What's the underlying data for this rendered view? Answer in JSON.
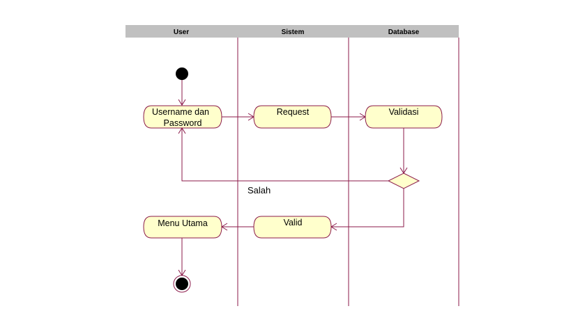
{
  "swimlanes": [
    "User",
    "Sistem",
    "Database"
  ],
  "actions": {
    "username_password": [
      "Username dan",
      "Password"
    ],
    "request": "Request",
    "validasi": "Validasi",
    "valid": "Valid",
    "menu_utama": "Menu Utama"
  },
  "guards": {
    "salah": "Salah"
  },
  "colors": {
    "lane_header": "#c0c0c0",
    "lane_border": "#8b1a4a",
    "action_fill": "#ffffcc",
    "action_stroke": "#8b1a4a",
    "node_black": "#000000"
  }
}
